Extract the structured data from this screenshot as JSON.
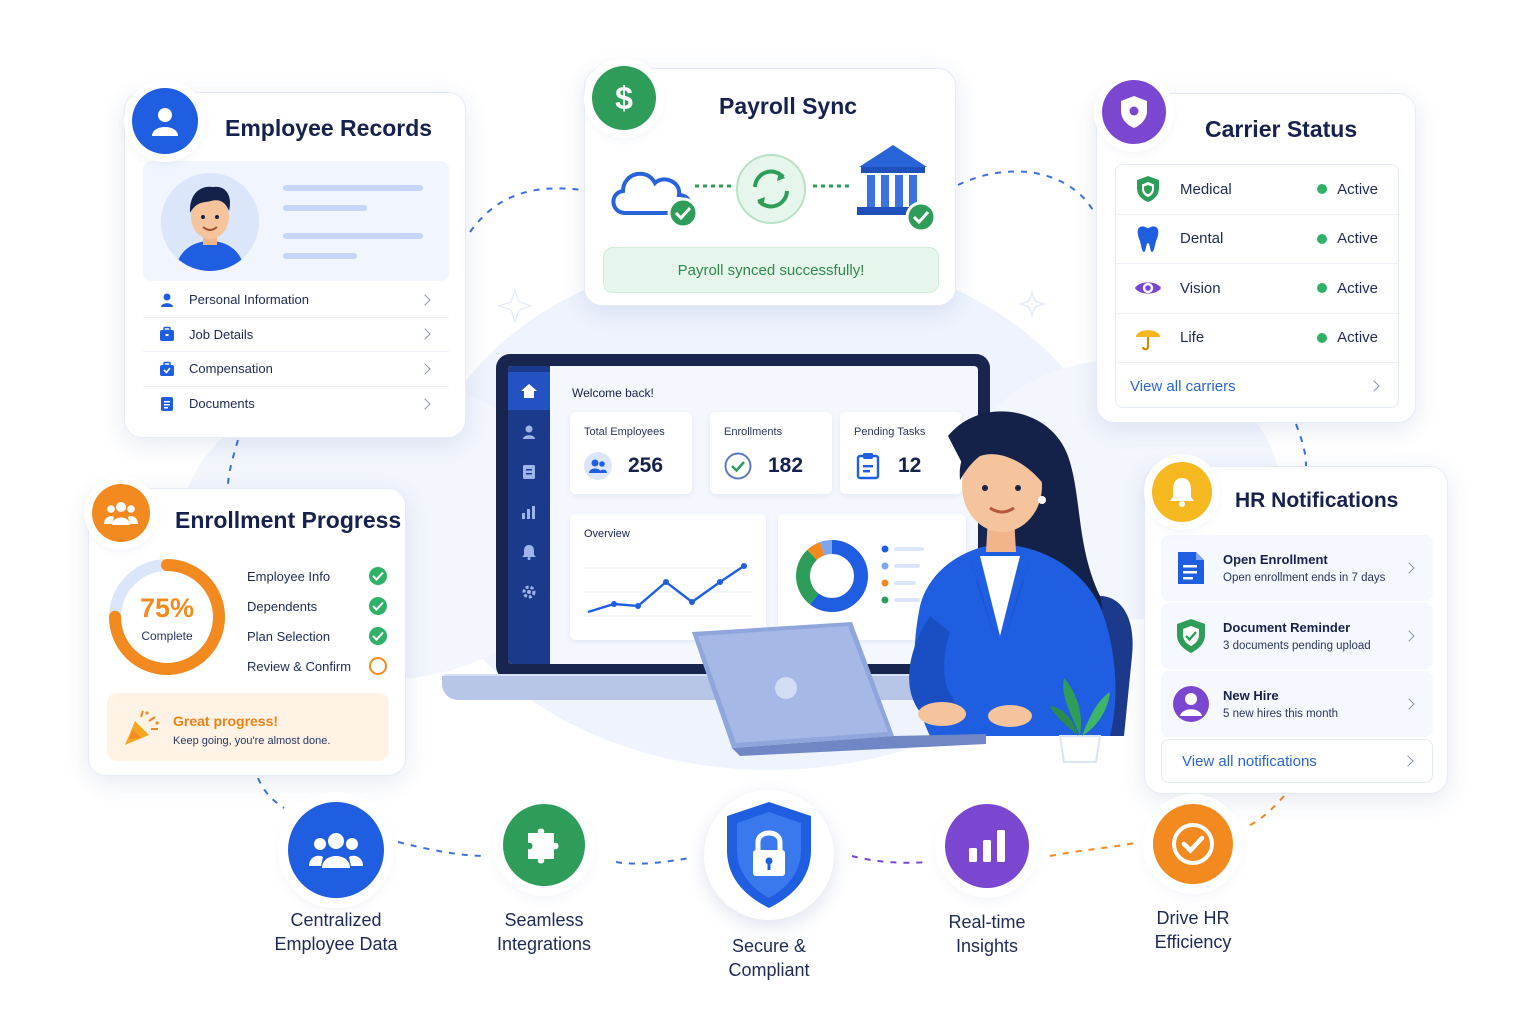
{
  "employee_records": {
    "title": "Employee Records",
    "items": [
      {
        "label": "Personal Information"
      },
      {
        "label": "Job Details"
      },
      {
        "label": "Compensation"
      },
      {
        "label": "Documents"
      }
    ]
  },
  "payroll": {
    "title": "Payroll Sync",
    "status": "Payroll synced successfully!"
  },
  "carrier_status": {
    "title": "Carrier Status",
    "carriers": [
      {
        "name": "Medical",
        "status": "Active"
      },
      {
        "name": "Dental",
        "status": "Active"
      },
      {
        "name": "Vision",
        "status": "Active"
      },
      {
        "name": "Life",
        "status": "Active"
      }
    ],
    "view_all": "View all carriers"
  },
  "enrollment": {
    "title": "Enrollment Progress",
    "percent": "75%",
    "percent_value": 0.75,
    "percent_label": "Complete",
    "steps": [
      {
        "label": "Employee Info",
        "done": true
      },
      {
        "label": "Dependents",
        "done": true
      },
      {
        "label": "Plan Selection",
        "done": true
      },
      {
        "label": "Review & Confirm",
        "done": false
      }
    ],
    "banner_title": "Great progress!",
    "banner_text": "Keep going, you're almost done."
  },
  "hr_notifications": {
    "title": "HR Notifications",
    "items": [
      {
        "title": "Open Enrollment",
        "subtitle": "Open enrollment ends in 7 days"
      },
      {
        "title": "Document Reminder",
        "subtitle": "3 documents pending upload"
      },
      {
        "title": "New Hire",
        "subtitle": "5 new hires this month"
      }
    ],
    "view_all": "View all notifications"
  },
  "dashboard": {
    "welcome": "Welcome back!",
    "stats": [
      {
        "label": "Total Employees",
        "value": "256"
      },
      {
        "label": "Enrollments",
        "value": "182"
      },
      {
        "label": "Pending Tasks",
        "value": "12"
      }
    ],
    "overview_label": "Overview"
  },
  "features": [
    {
      "line1": "Centralized",
      "line2": "Employee Data"
    },
    {
      "line1": "Seamless",
      "line2": "Integrations"
    },
    {
      "line1": "Secure &",
      "line2": "Compliant"
    },
    {
      "line1": "Real-time",
      "line2": "Insights"
    },
    {
      "line1": "Drive HR",
      "line2": "Efficiency"
    }
  ],
  "colors": {
    "blue": "#1f5ee0",
    "green": "#2f9d5a",
    "purple": "#7b47d1",
    "orange": "#f28a1f",
    "yellow": "#f5b820"
  }
}
